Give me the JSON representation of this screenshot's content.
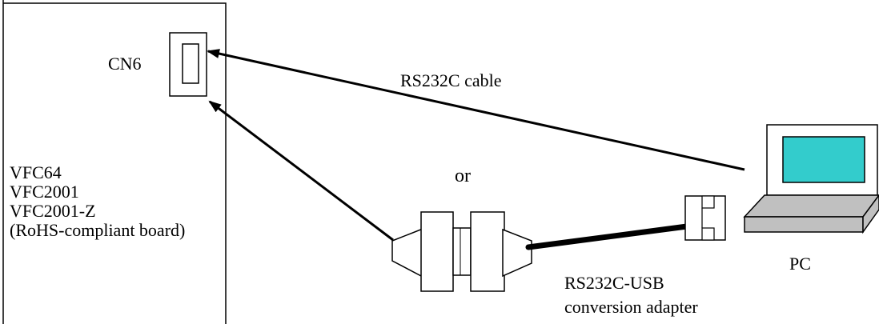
{
  "board": {
    "models": [
      "VFC64",
      "VFC2001",
      "VFC2001-Z",
      "(RoHS-compliant board)"
    ]
  },
  "connector_label": "CN6",
  "cable_label": "RS232C cable",
  "or_label": "or",
  "adapter_label": [
    "RS232C-USB",
    "conversion adapter"
  ],
  "pc_label": "PC",
  "colors": {
    "line": "#000000",
    "screen": "#33cccc",
    "laptop_base": "#c0c0c0",
    "background": "#ffffff"
  }
}
